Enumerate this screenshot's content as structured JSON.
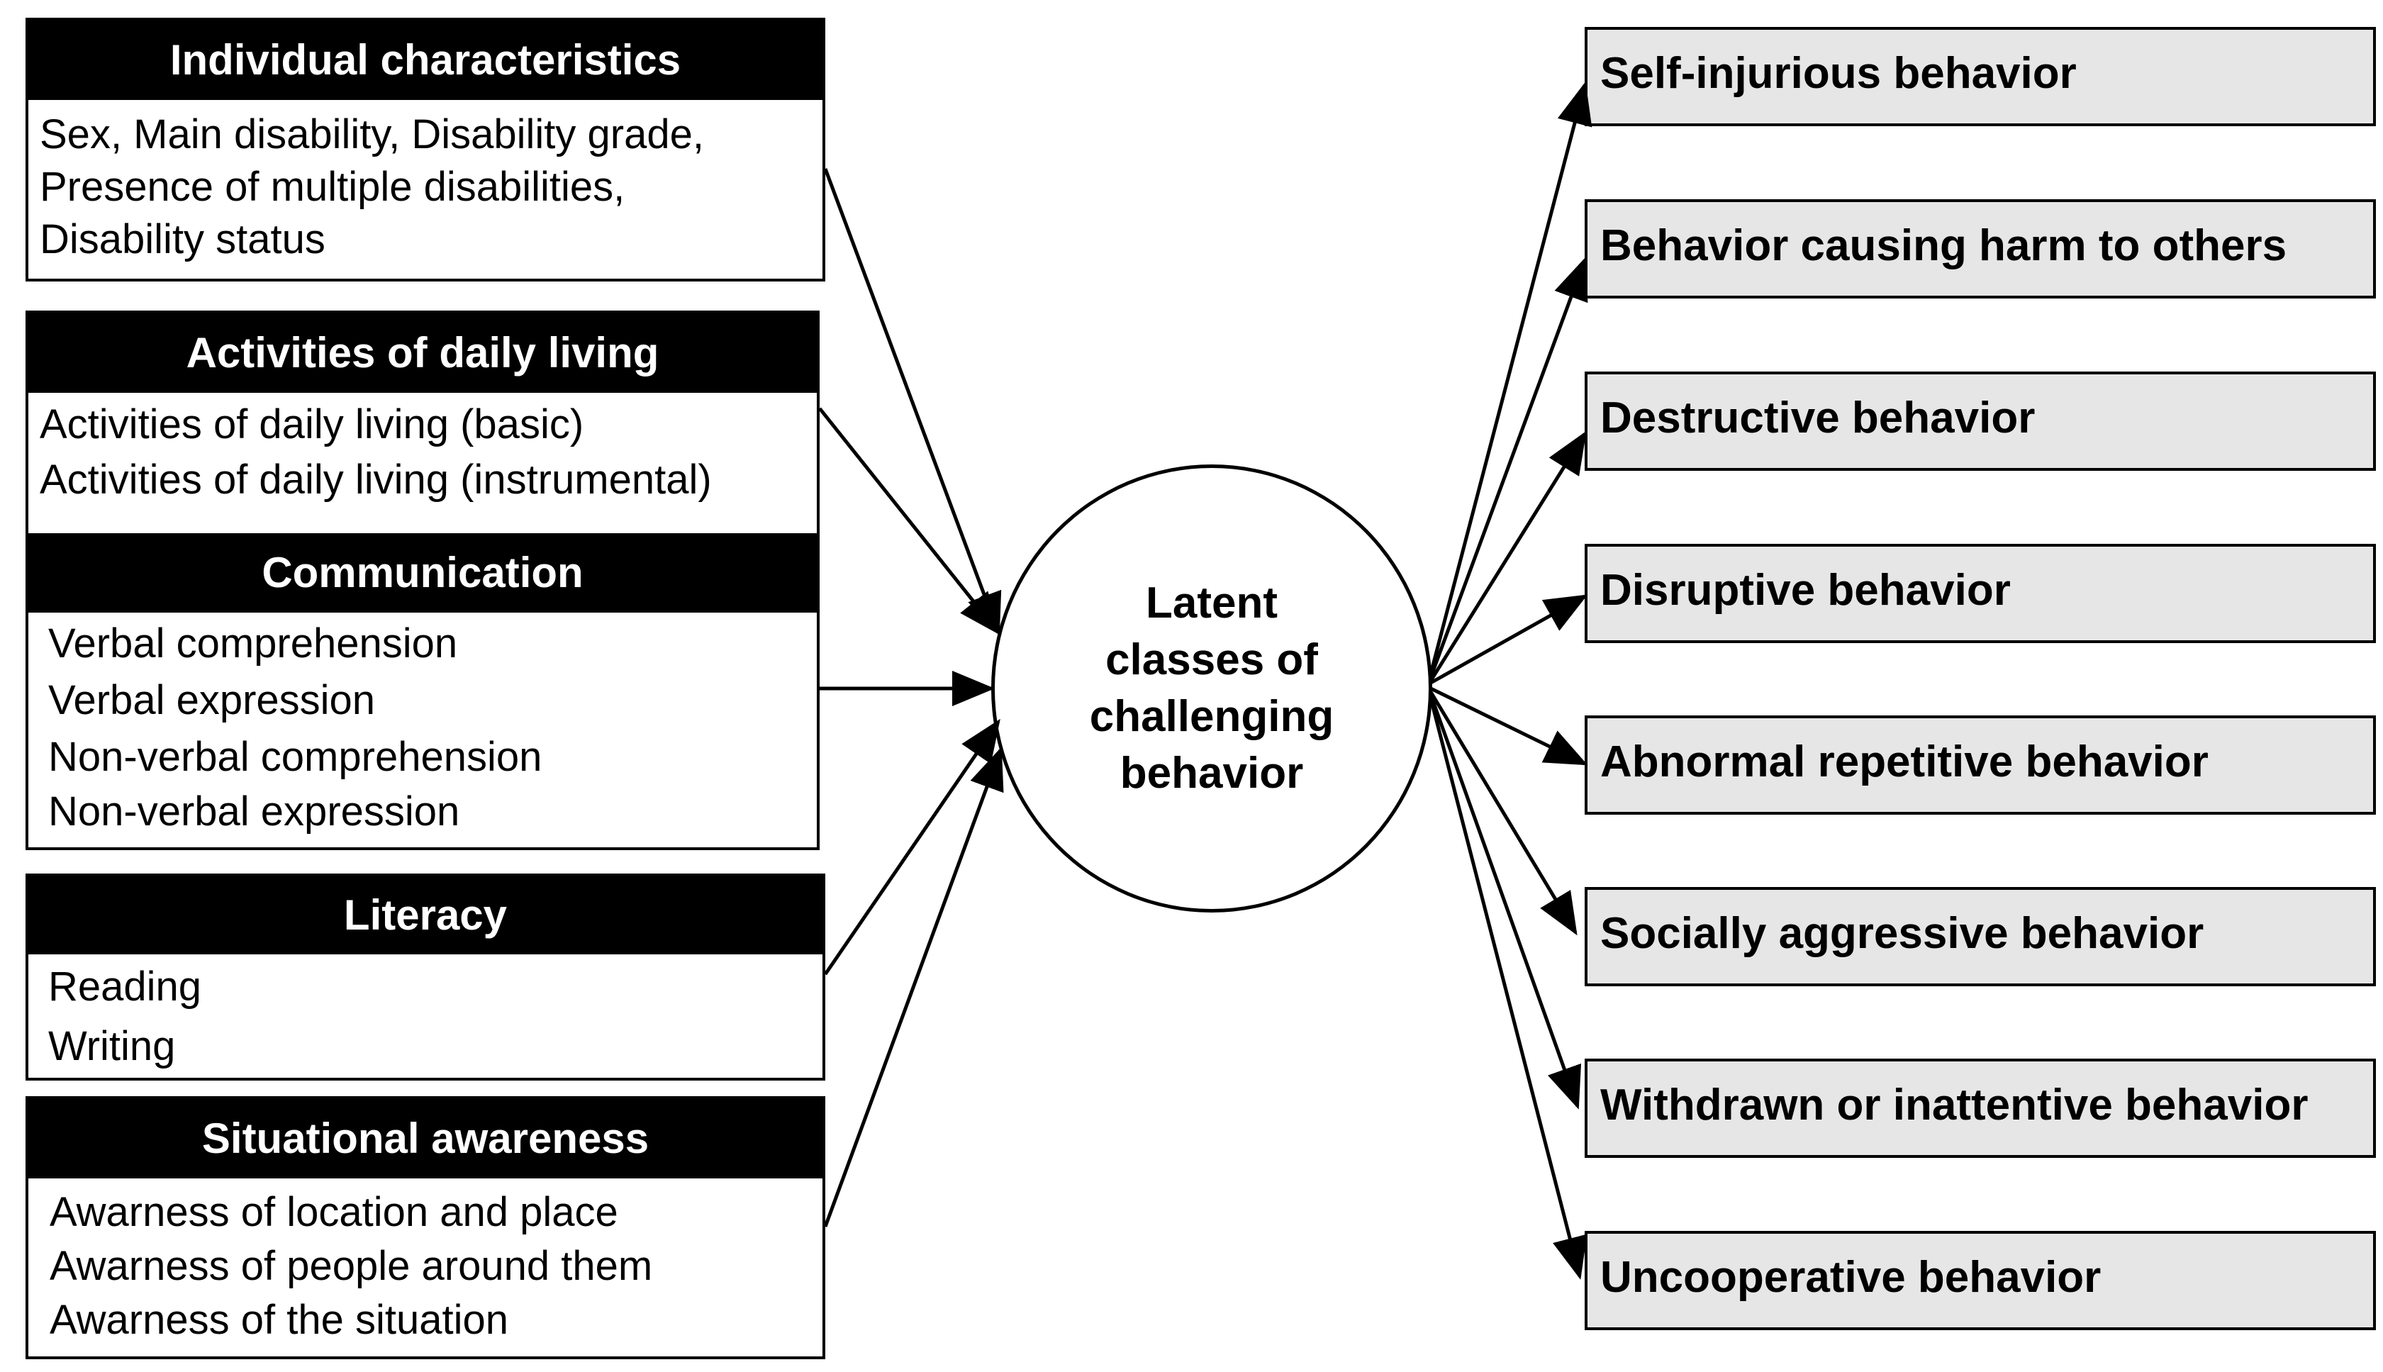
{
  "predictors": [
    {
      "title": "Individual characteristics",
      "lines": [
        "Sex, Main disability, Disability grade,",
        "Presence of multiple disabilities,",
        "Disability status"
      ]
    },
    {
      "title": "Activities of daily living",
      "lines": [
        "Activities of daily living (basic)",
        "Activities of daily living (instrumental)"
      ]
    },
    {
      "title": "Communication",
      "lines": [
        "Verbal comprehension",
        "Verbal expression",
        "Non-verbal comprehension",
        "Non-verbal expression"
      ]
    },
    {
      "title": "Literacy",
      "lines": [
        "Reading",
        "Writing"
      ]
    },
    {
      "title": "Situational awareness",
      "lines": [
        "Awarness of location and place",
        "Awarness of people around them",
        "Awarness of the situation"
      ]
    }
  ],
  "latent": {
    "label": "Latent\nclasses of\nchallenging\nbehavior"
  },
  "outcomes": [
    "Self-injurious behavior",
    "Behavior causing harm to others",
    "Destructive behavior",
    "Disruptive behavior",
    "Abnormal repetitive behavior",
    "Socially aggressive behavior",
    "Withdrawn or inattentive behavior",
    "Uncooperative behavior"
  ],
  "colors": {
    "outcome_fill": "#e6e6e6",
    "header_fill": "#000000",
    "stroke": "#000000"
  }
}
